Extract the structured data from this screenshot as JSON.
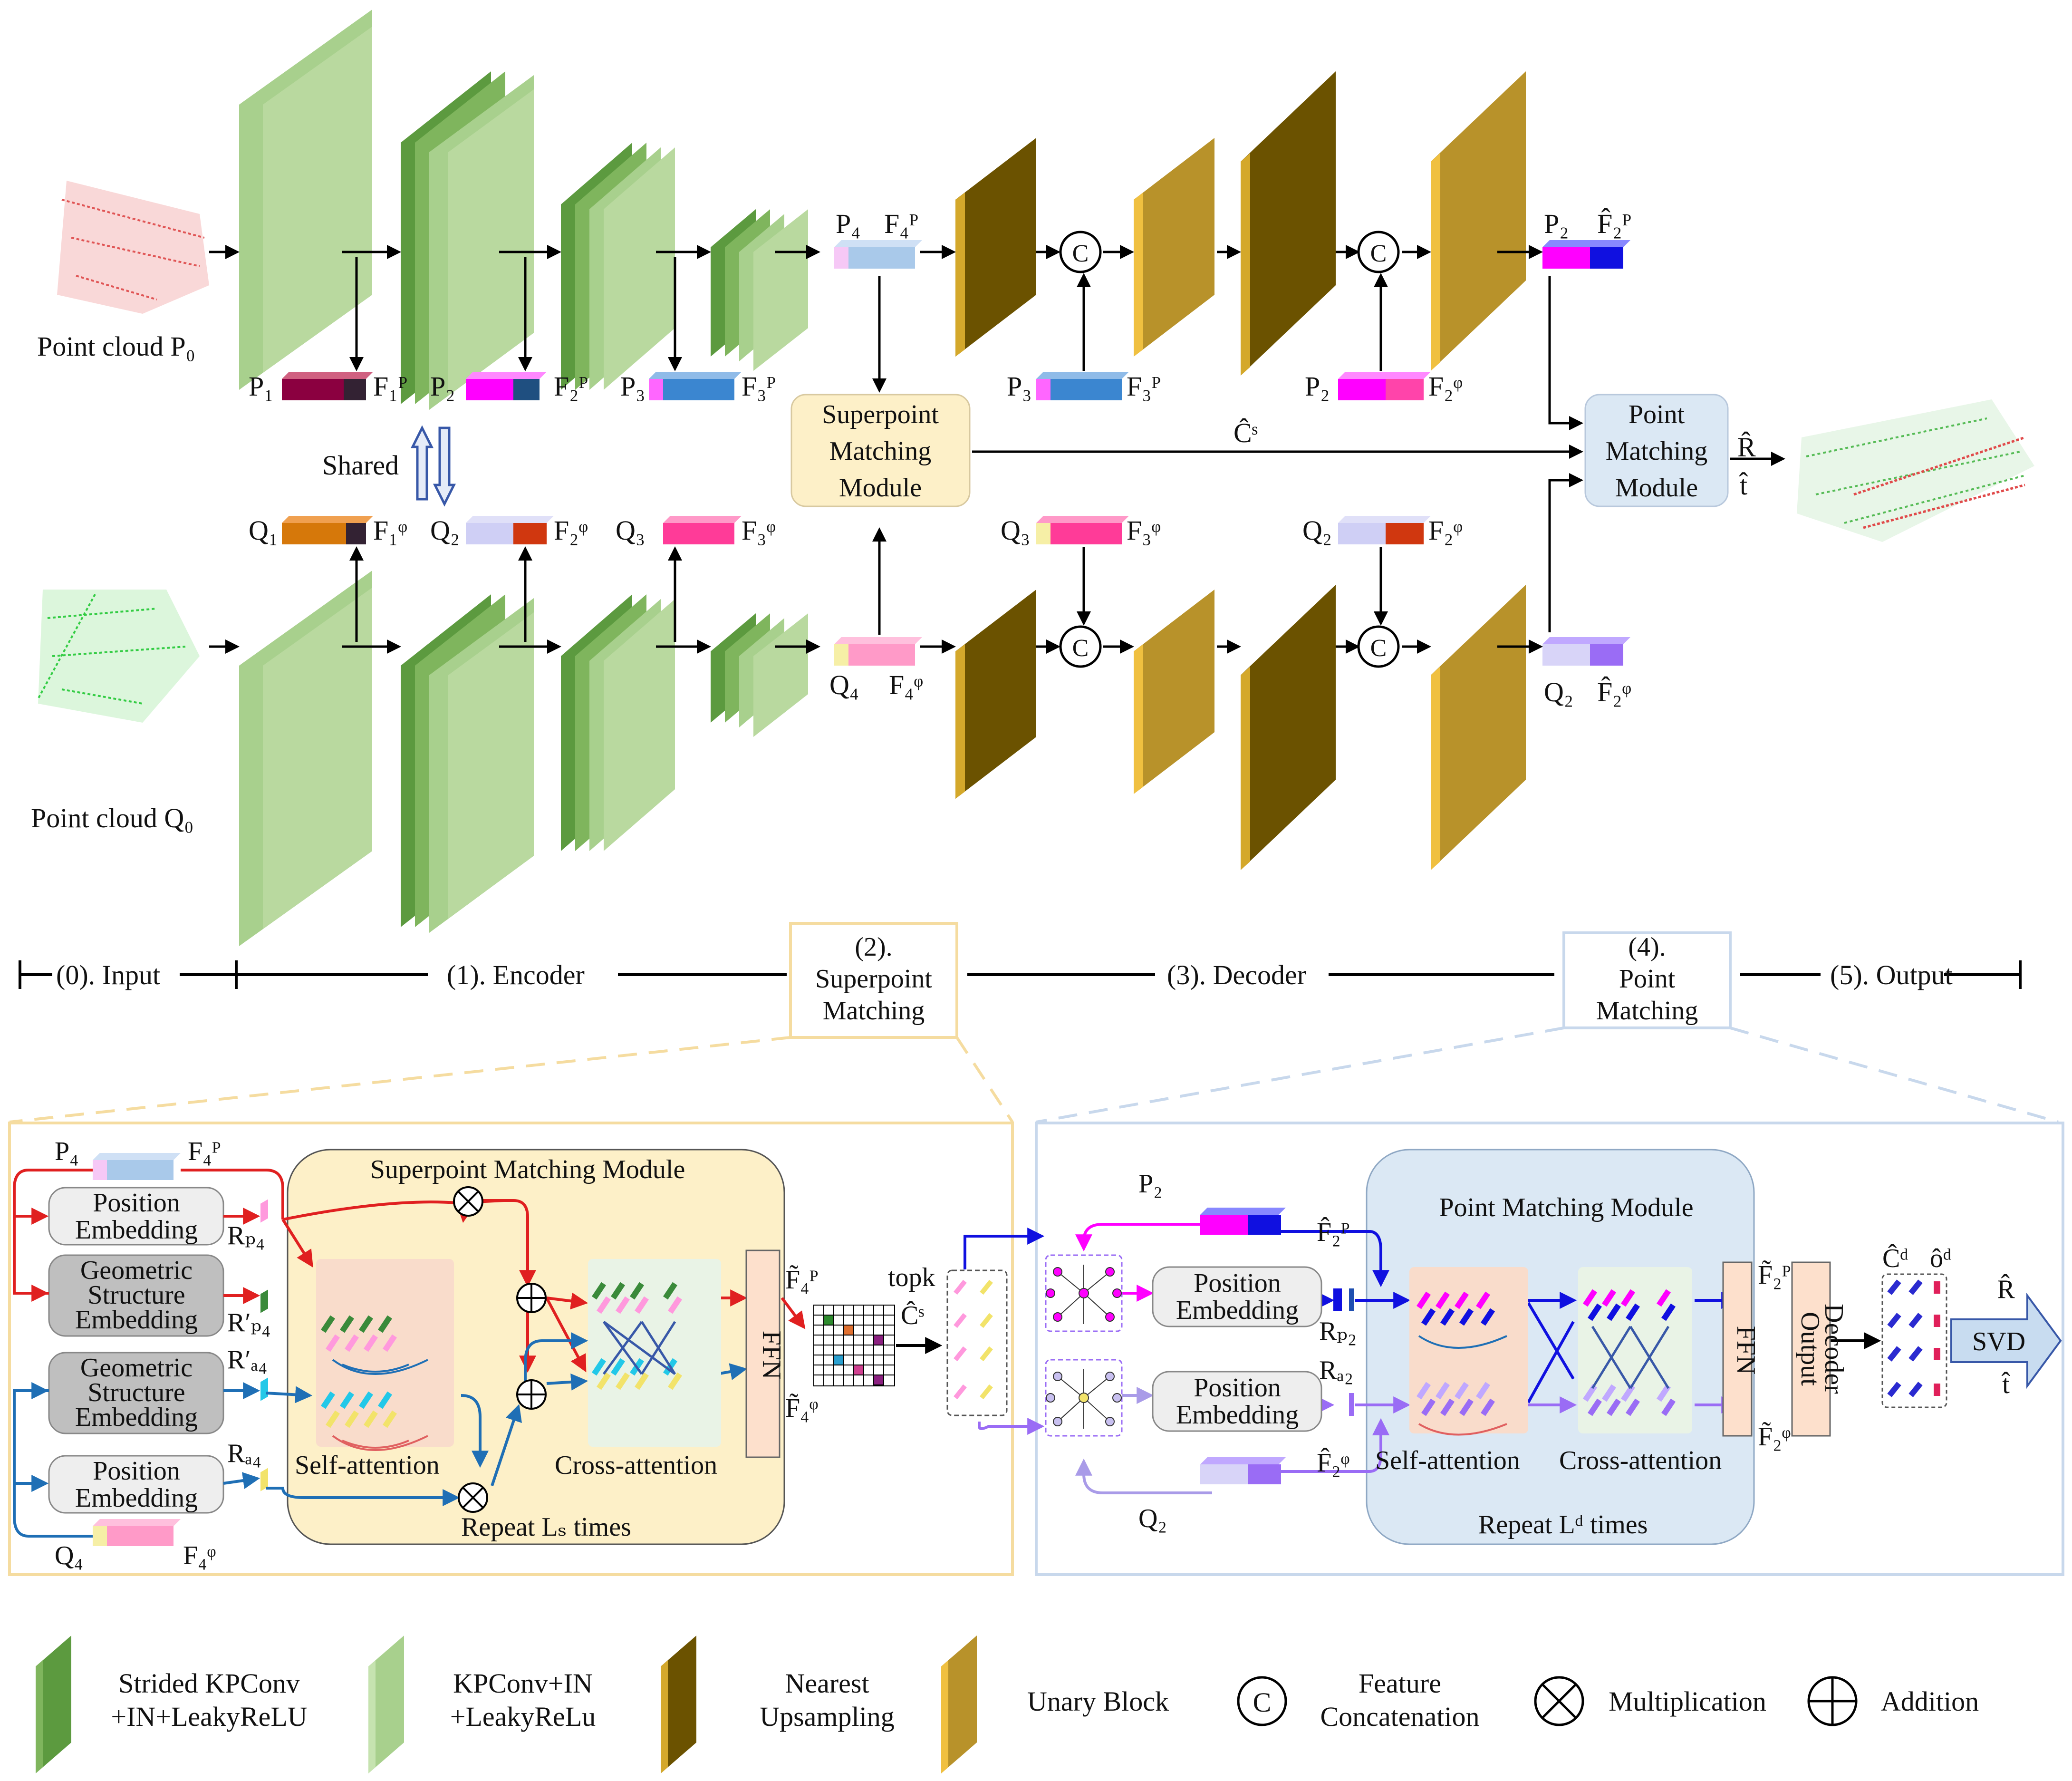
{
  "colors": {
    "strided": "#5c9a3f",
    "kpconv": "#a8d08d",
    "upsample": "#6b5200",
    "unary": "#b8922a",
    "superpoint_fill": "#fdf0c8",
    "point_fill": "#dbe8f4",
    "red": "#e02020",
    "blue": "#1f6fb5",
    "magenta": "#ff00ff",
    "violet": "#9a6cf5"
  },
  "top": {
    "point_cloud_p": "Point cloud  P₀",
    "point_cloud_q": "Point cloud  Q₀",
    "shared": "Shared",
    "p1": "P₁",
    "f1p": "F₁ᴾ",
    "p2": "P₂",
    "f2p": "F₂ᴾ",
    "p3": "P₃",
    "f3p": "F₃ᴾ",
    "p4": "P₄",
    "f4p": "F₄ᴾ",
    "q1": "Q₁",
    "f1q": "F₁ᵠ",
    "q2": "Q₂",
    "f2q": "F₂ᵠ",
    "q3": "Q₃",
    "f3q": "F₃ᵠ",
    "q4": "Q₄",
    "f4q": "F₄ᵠ",
    "dec_p3": "P₃",
    "dec_f3p": "F₃ᴾ",
    "dec_p2": "P₂",
    "dec_f2q_top": "F₂ᵠ",
    "dec_q3": "Q₃",
    "dec_f3q": "F₃ᵠ",
    "dec_q2": "Q₂",
    "dec_f2q": "F₂ᵠ",
    "out_p2": "P₂",
    "out_f2p": "F̂₂ᴾ",
    "out_q2": "Q₂",
    "out_f2q": "F̂₂ᵠ",
    "superpoint_module": [
      "Superpoint",
      "Matching",
      "Module"
    ],
    "point_module": [
      "Point",
      "Matching",
      "Module"
    ],
    "cs": "Ĉˢ",
    "R_hat": "R̂",
    "t_hat": "t̂",
    "concat": "C"
  },
  "stages": {
    "input": "(0). Input",
    "encoder": "(1). Encoder",
    "superpoint": [
      "(2).",
      "Superpoint",
      "Matching"
    ],
    "decoder": "(3). Decoder",
    "point": [
      "(4).",
      "Point",
      "Matching"
    ],
    "output": "(5). Output"
  },
  "bottom_left": {
    "p4": "P₄",
    "f4p": "F₄ᴾ",
    "q4": "Q₄",
    "f4q": "F₄ᵠ",
    "pos_emb_1": [
      "Position",
      "Embedding"
    ],
    "geo_emb_1": [
      "Geometric",
      "Structure",
      "Embedding"
    ],
    "geo_emb_2": [
      "Geometric",
      "Structure",
      "Embedding"
    ],
    "pos_emb_2": [
      "Position",
      "Embedding"
    ],
    "rp4": "Rₚ₄",
    "rp4_prime": "R′ₚ₄",
    "rq4_prime": "R′ₐ₄",
    "rq4": "Rₐ₄",
    "module_title": "Superpoint Matching Module",
    "self_attention": "Self-attention",
    "cross_attention": "Cross-attention",
    "repeat": "Repeat Lₛ times",
    "ffn": "FFN",
    "f4p_tilde": "F̃₄ᴾ",
    "f4q_tilde": "F̃₄ᵠ",
    "topk": "topk",
    "cs": "Ĉˢ"
  },
  "bottom_right": {
    "p2": "P₂",
    "q2": "Q₂",
    "f2p_hat": "F̂₂ᴾ",
    "f2q_hat": "F̂₂ᵠ",
    "pos_emb_1": [
      "Position",
      "Embedding"
    ],
    "pos_emb_2": [
      "Position",
      "Embedding"
    ],
    "rp2": "Rₚ₂",
    "rq2": "Rₐ₂",
    "module_title": "Point Matching Module",
    "self_attention": "Self-attention",
    "cross_attention": "Cross-attention",
    "repeat": "Repeat Lᵈ times",
    "ffn": "FFN",
    "f2p_tilde": "F̃₂ᴾ",
    "f2q_tilde": "F̃₂ᵠ",
    "output_decoder": [
      "Output",
      "Decoder"
    ],
    "cd": "Ĉᵈ",
    "od": "ôᵈ",
    "R_hat": "R̂",
    "t_hat": "t̂",
    "svd": "SVD"
  },
  "legend": {
    "strided": [
      "Strided KPConv",
      "+IN+LeakyReLU"
    ],
    "kpconv": [
      "KPConv+IN",
      "+LeakyReLu"
    ],
    "upsample": [
      "Nearest",
      "Upsampling"
    ],
    "unary": "Unary Block",
    "concat_symbol": "C",
    "concat": [
      "Feature",
      "Concatenation"
    ],
    "mult": "Multiplication",
    "add": "Addition"
  }
}
